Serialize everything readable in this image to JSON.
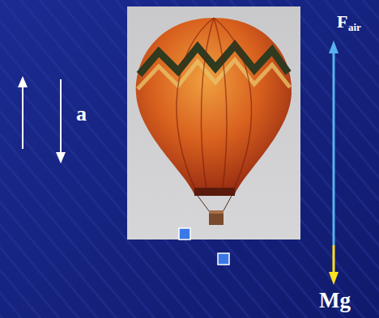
{
  "diagram": {
    "labels": [
      "a",
      "F",
      "air",
      "Mg"
    ]
  }
}
